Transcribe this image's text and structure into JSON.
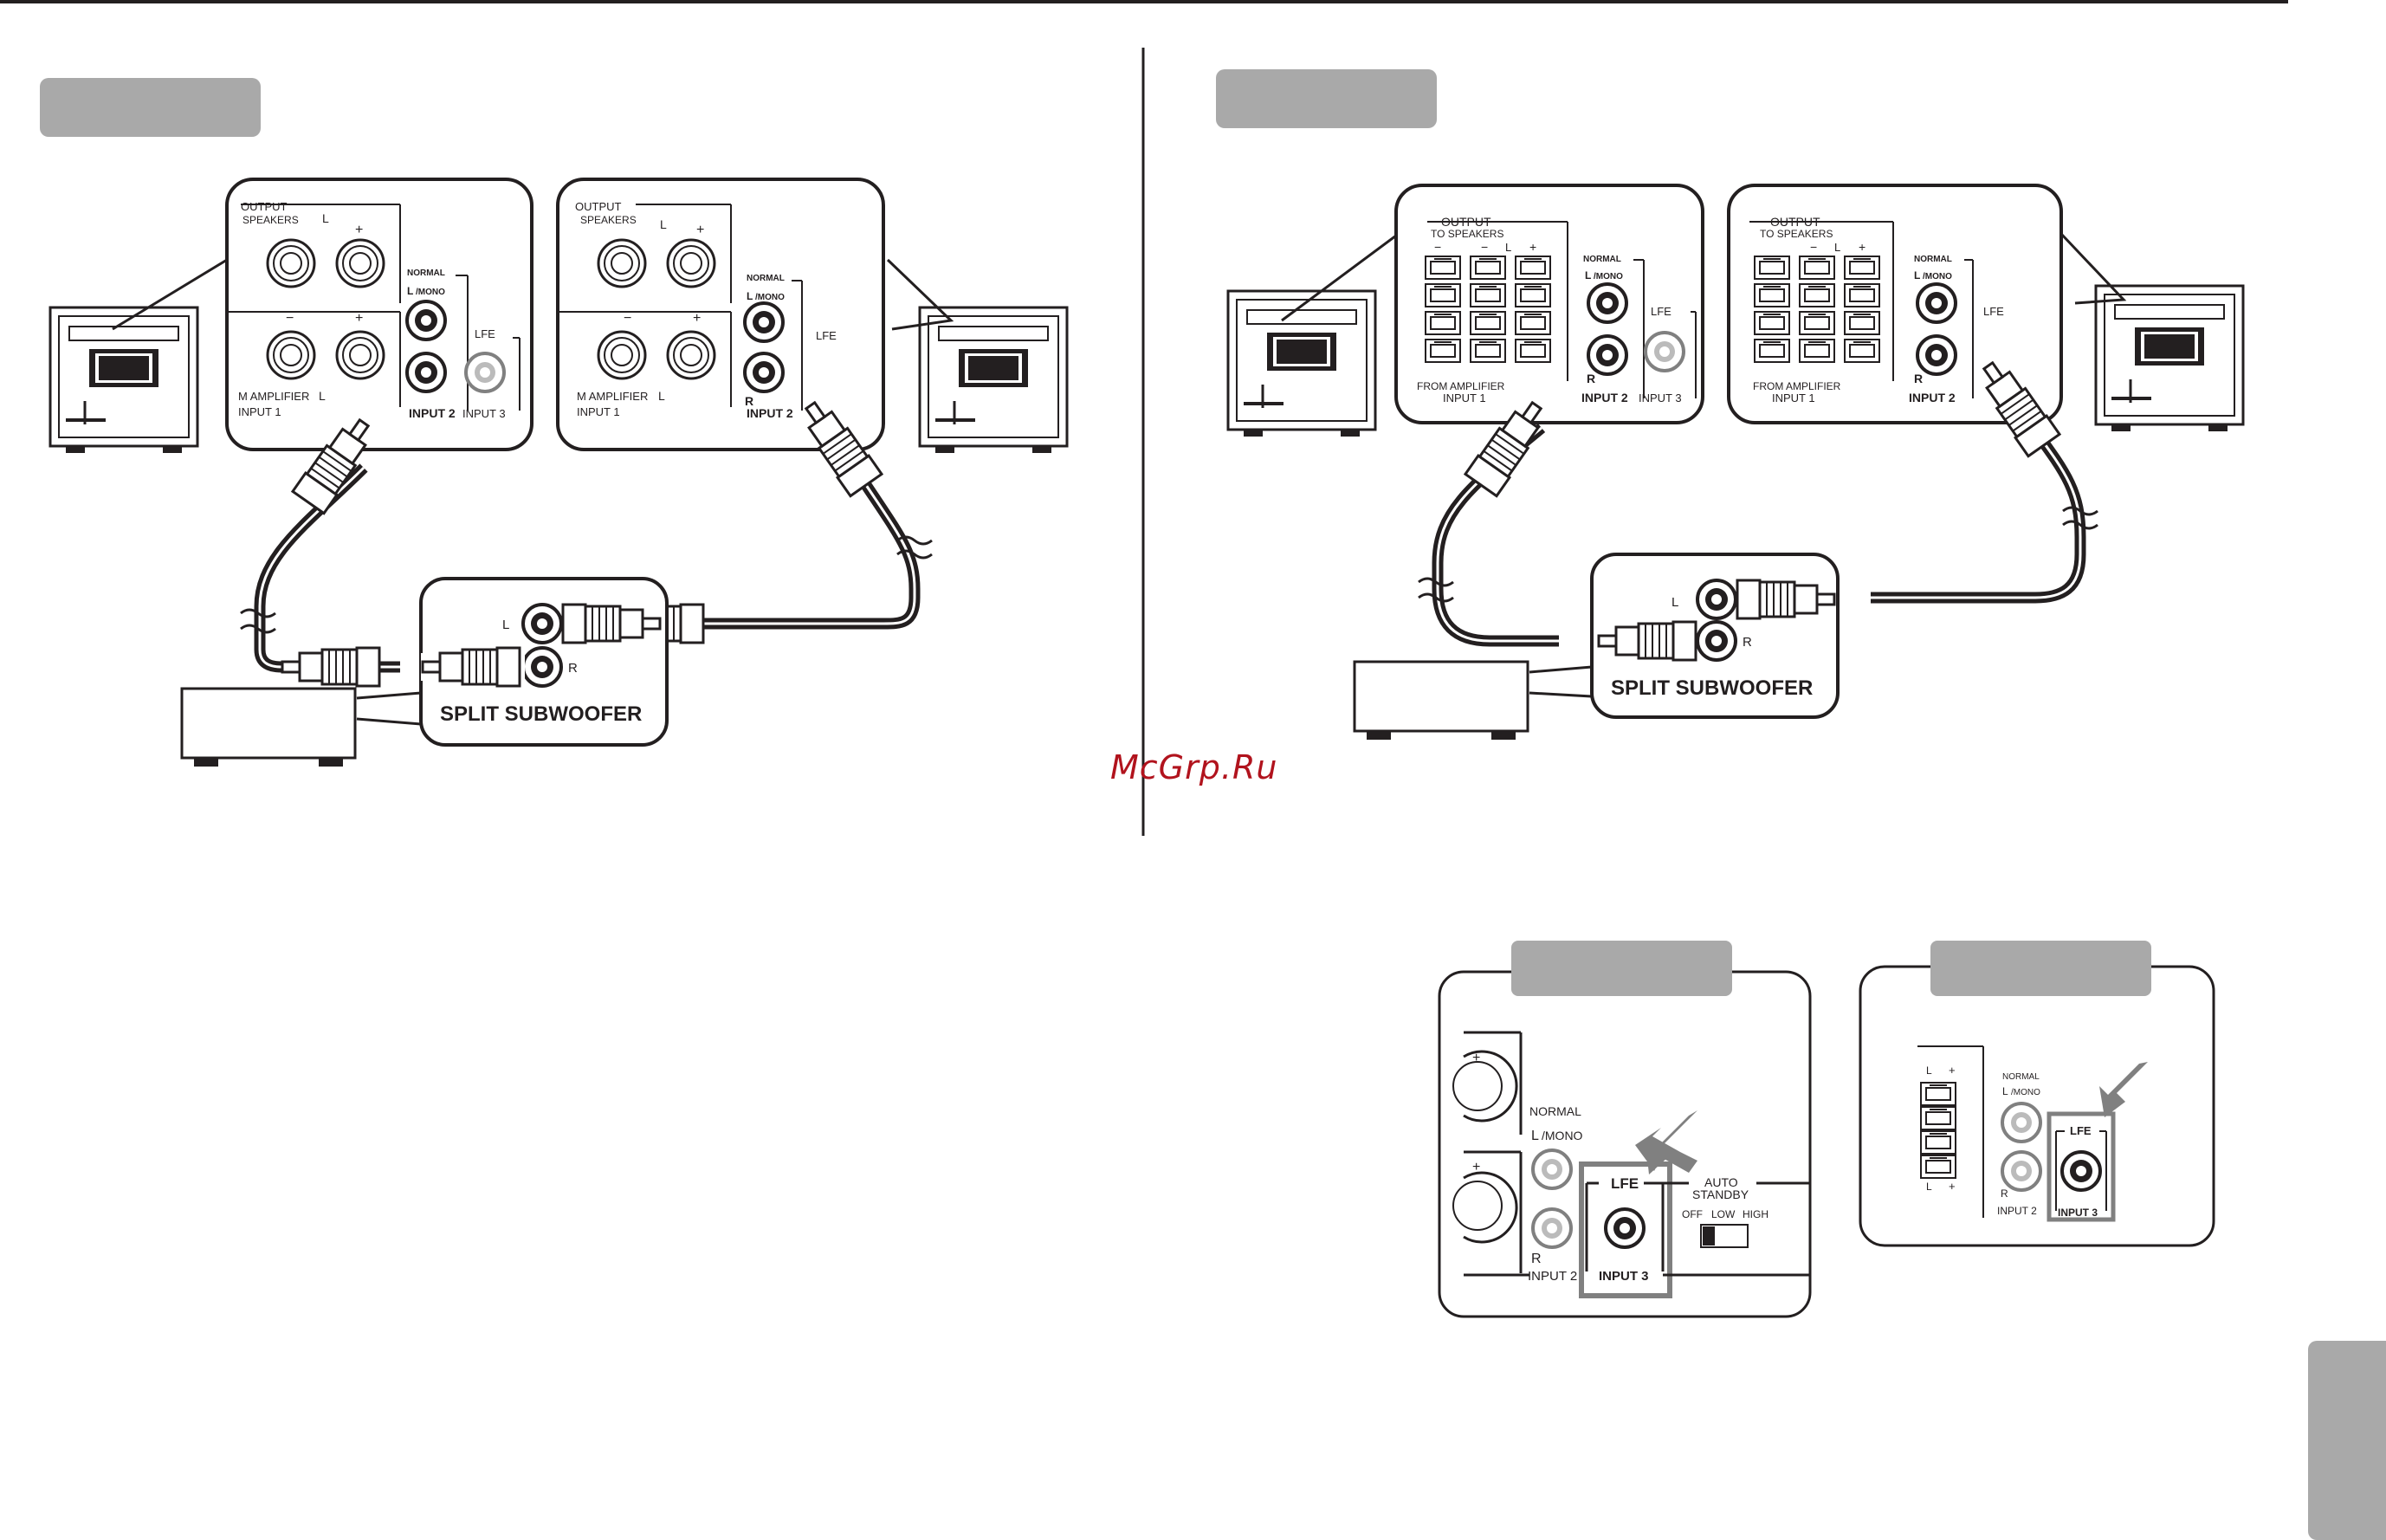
{
  "watermark": "McGrp.Ru",
  "panel_labels": {
    "output": "OUTPUT",
    "speakers": "SPEAKERS",
    "to_speakers": "TO SPEAKERS",
    "amplifier": "M AMPLIFIER",
    "from_amplifier": "FROM AMPLIFIER",
    "input1": "INPUT 1",
    "input2": "INPUT 2",
    "input3": "INPUT 3",
    "normal": "NORMAL",
    "mono": "/MONO",
    "lfe": "LFE",
    "l_mark": "L",
    "r_mark": "R",
    "minus": "−",
    "plus": "+",
    "split_subwoofer": "SPLIT SUBWOOFER",
    "auto_standby": "AUTO",
    "standby": "STANDBY",
    "off": "OFF",
    "low": "LOW",
    "high": "HIGH"
  },
  "colors": {
    "line": "#231f20",
    "panel_header": "#a9a9a9",
    "highlight": "#808080",
    "watermark": "#b1131d"
  }
}
